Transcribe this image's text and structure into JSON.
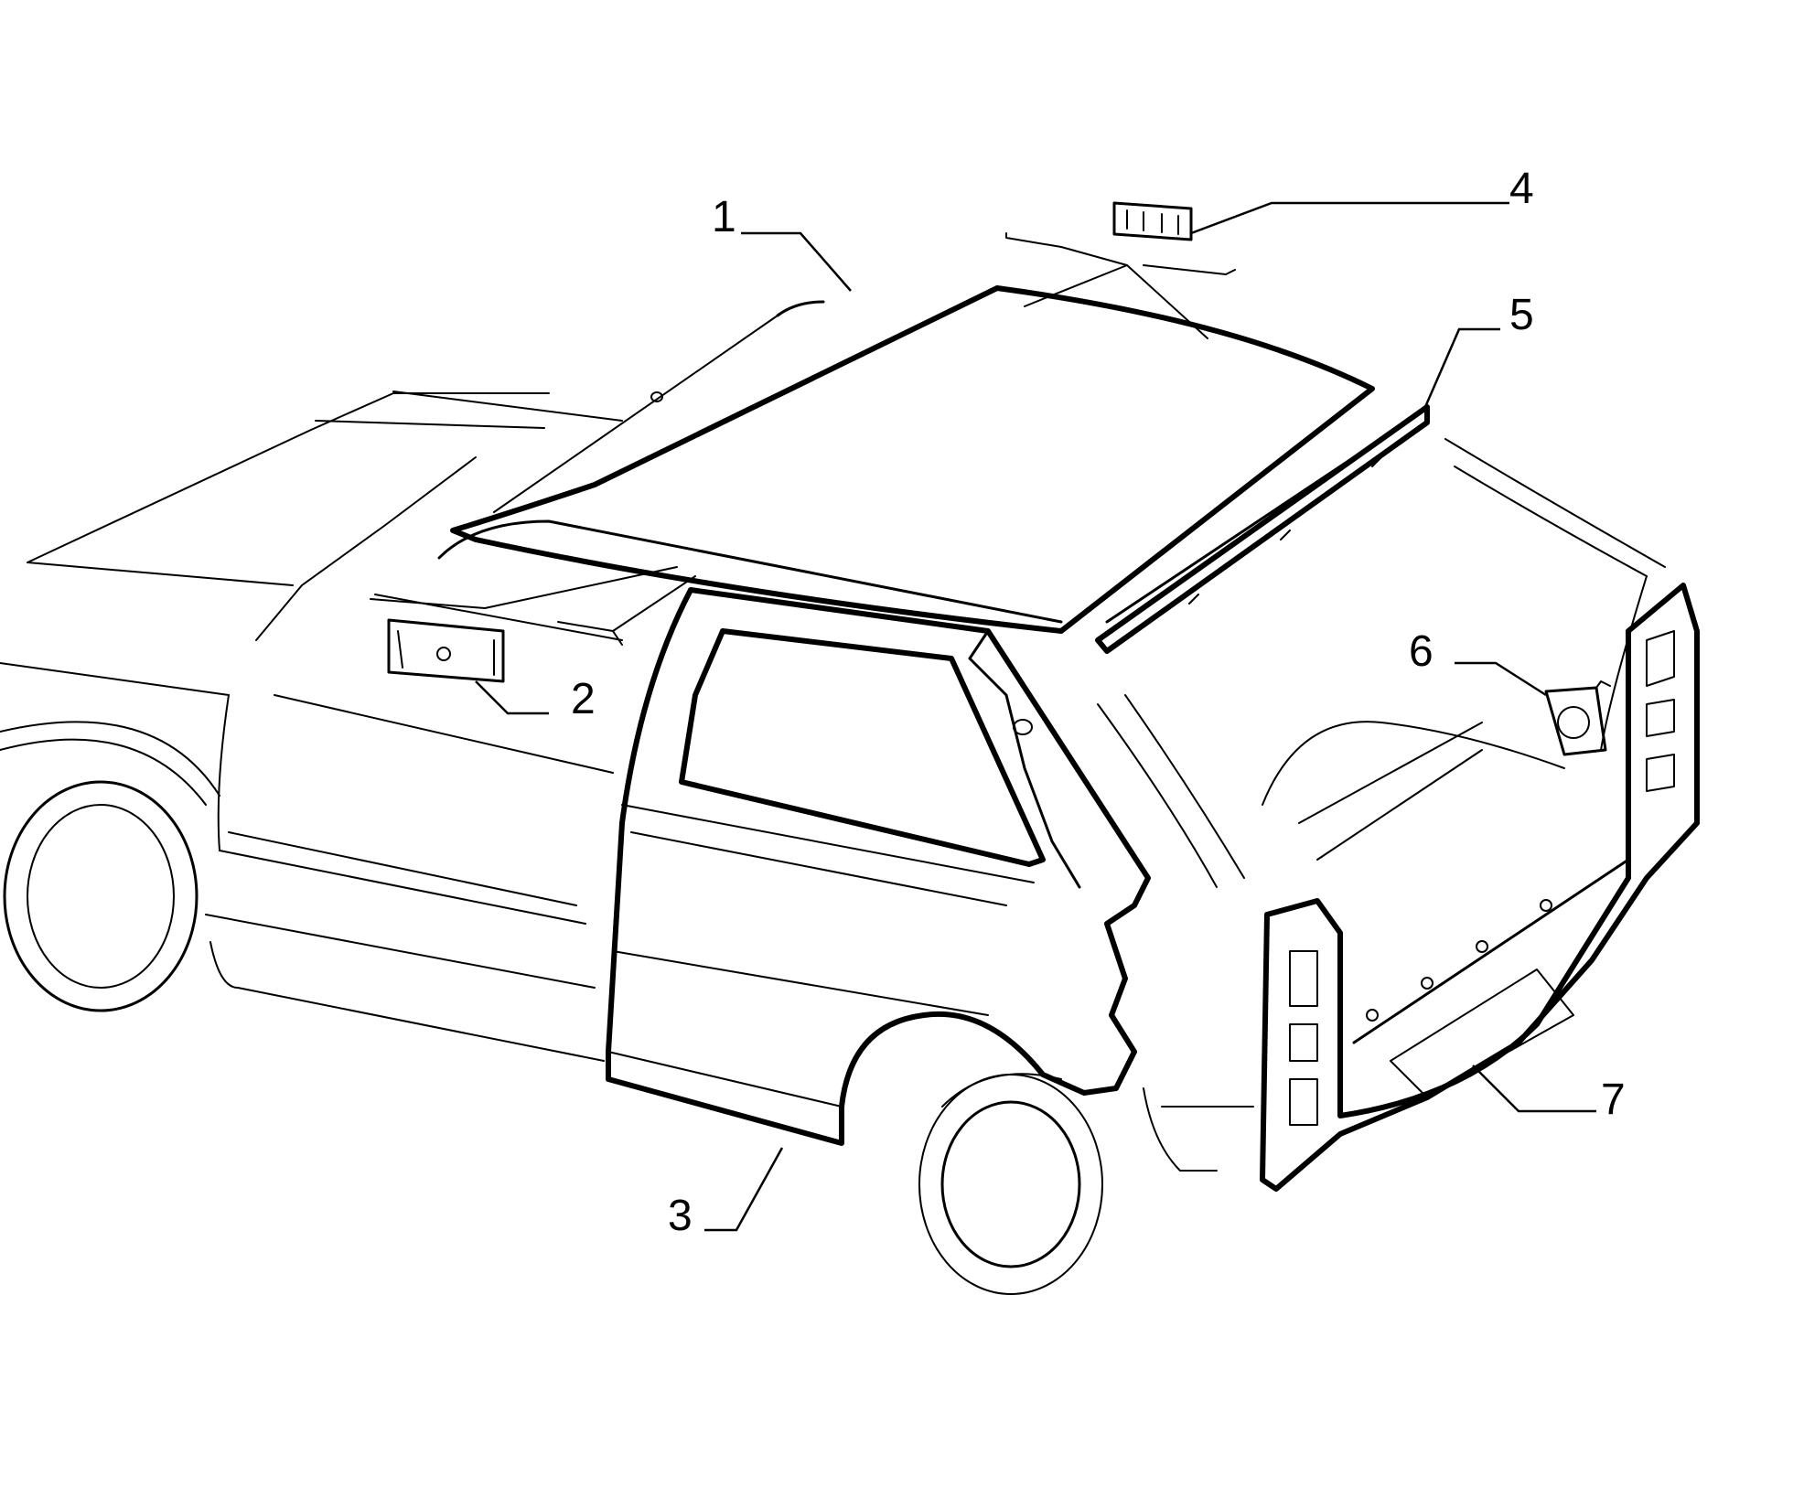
{
  "callouts": [
    {
      "id": "roof-panel",
      "label": "1"
    },
    {
      "id": "bracket",
      "label": "2"
    },
    {
      "id": "side-panel",
      "label": "3"
    },
    {
      "id": "clip",
      "label": "4"
    },
    {
      "id": "roof-rear-rail",
      "label": "5"
    },
    {
      "id": "plate",
      "label": "6"
    },
    {
      "id": "rear-panel",
      "label": "7"
    }
  ],
  "colors": {
    "line": "#000000",
    "background": "#ffffff"
  }
}
